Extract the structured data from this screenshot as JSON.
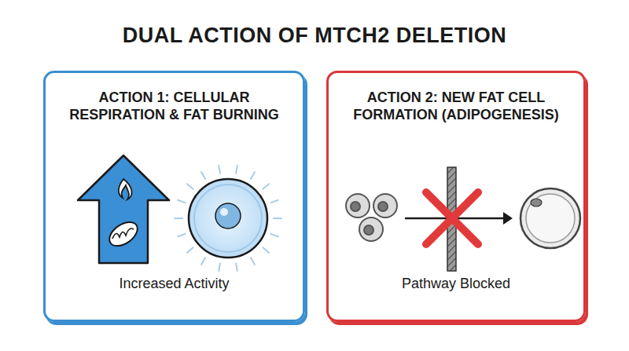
{
  "diagram": {
    "title": "DUAL ACTION OF MTCH2 DELETION",
    "nodes": [
      {
        "text": [
          "ACTION 1: CELLULAR RESPIRATION & FAT BURNING",
          "Increased Activity"
        ]
      },
      {
        "text": [
          "ACTION 2: NEW FAT CELL FORMATION (ADIPOGENESIS)",
          "Pathway Blocked"
        ]
      }
    ]
  }
}
